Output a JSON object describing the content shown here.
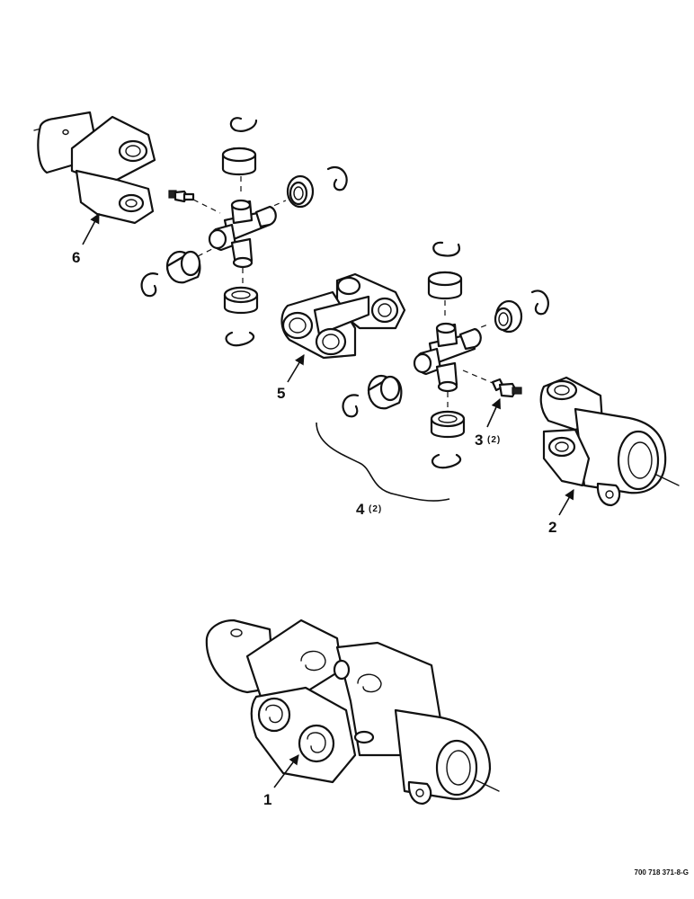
{
  "callouts": [
    {
      "number": "1",
      "qty": ""
    },
    {
      "number": "2",
      "qty": ""
    },
    {
      "number": "3",
      "qty": "(2)"
    },
    {
      "number": "4",
      "qty": "(2)"
    },
    {
      "number": "5",
      "qty": ""
    },
    {
      "number": "6",
      "qty": ""
    }
  ],
  "drawing_ref": "700 718 371-8-G"
}
